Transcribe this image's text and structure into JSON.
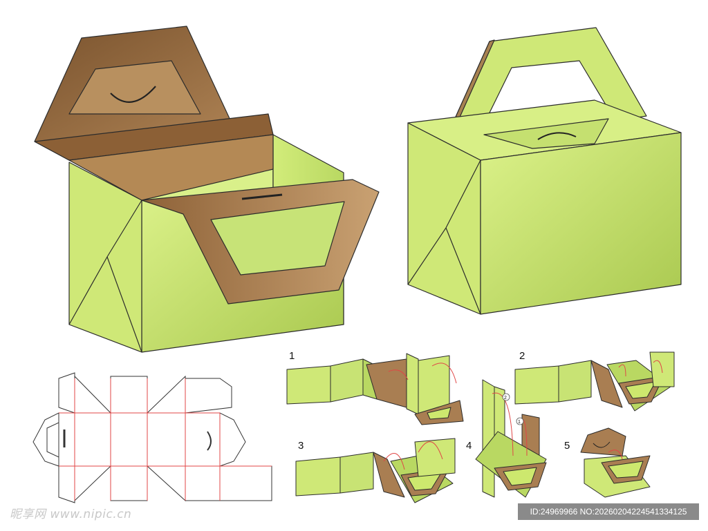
{
  "colors": {
    "green": "#cde86e",
    "green_dark": "#a8c94e",
    "brown": "#a97e52",
    "brown_light": "#c49a6a",
    "outline": "#2b2b2b",
    "crease": "#e04646"
  },
  "steps": [
    "1",
    "2",
    "3",
    "4",
    "5"
  ],
  "step_markers": [
    "2",
    "1"
  ],
  "watermark": {
    "left": "昵享网 www.nipic.cn",
    "right": "ID:24969966 NO:20260204224541334125"
  }
}
